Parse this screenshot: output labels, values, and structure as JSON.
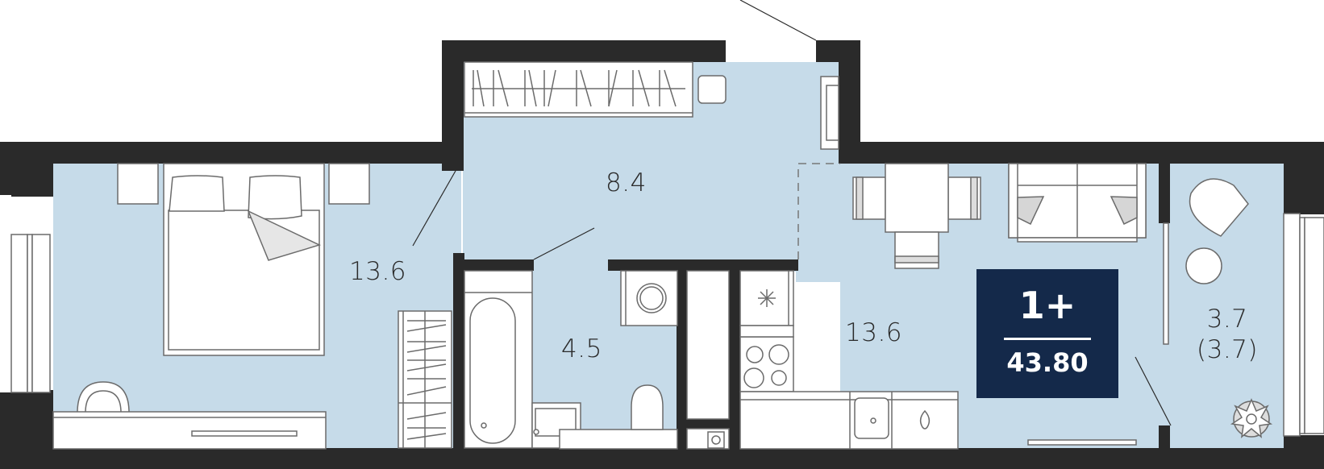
{
  "plan": {
    "type": "apartment-floor-plan",
    "colors": {
      "wall": "#2a2a2a",
      "floor": "#c6dbe9",
      "furniture": "#ffffff",
      "furniture_stroke": "#6b6b6b",
      "badge_bg": "#14294a",
      "badge_text": "#ffffff",
      "label_text": "#2a2a2a"
    },
    "rooms": [
      {
        "name": "bedroom",
        "area": "13.6"
      },
      {
        "name": "hallway",
        "area": "8.4"
      },
      {
        "name": "bathroom",
        "area": "4.5"
      },
      {
        "name": "kitchen-living",
        "area": "13.6"
      },
      {
        "name": "balcony",
        "area": "3.7",
        "area_reduced": "(3.7)"
      }
    ],
    "badge": {
      "rooms": "1+",
      "total_area": "43.80"
    }
  }
}
